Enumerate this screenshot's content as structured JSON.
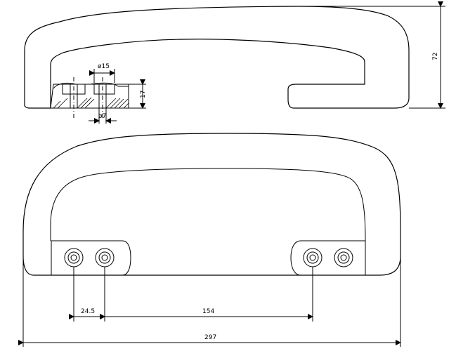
{
  "drawing": {
    "top_view": {
      "dimensions": {
        "height": "72",
        "thread_diameter": "ø15",
        "hole_diameter": "ø7",
        "boss_height": "17"
      }
    },
    "front_view": {
      "dimensions": {
        "hole_spacing": "24.5",
        "center_spacing": "154",
        "overall_width": "297"
      }
    }
  },
  "colors": {
    "line": "#000000",
    "background": "#ffffff"
  }
}
